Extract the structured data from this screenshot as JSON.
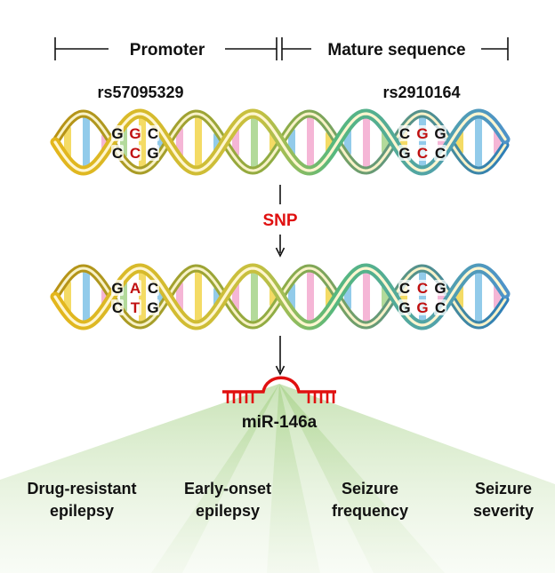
{
  "header": {
    "promoter_label": "Promoter",
    "mature_label": "Mature sequence"
  },
  "snps": {
    "left_id": "rs57095329",
    "right_id": "rs2910164"
  },
  "dna_top": {
    "left_bases": {
      "top": [
        "G",
        "G",
        "C"
      ],
      "bottom": [
        "C",
        "C",
        "G"
      ]
    },
    "right_bases": {
      "top": [
        "C",
        "G",
        "G"
      ],
      "bottom": [
        "G",
        "C",
        "C"
      ]
    }
  },
  "middle_label": "SNP",
  "dna_bottom": {
    "left_bases": {
      "top": [
        "G",
        "A",
        "C"
      ],
      "bottom": [
        "C",
        "T",
        "G"
      ]
    },
    "right_bases": {
      "top": [
        "C",
        "C",
        "G"
      ],
      "bottom": [
        "G",
        "G",
        "C"
      ]
    }
  },
  "mirna_label": "miR-146a",
  "outcomes": [
    {
      "line1": "Drug-resistant",
      "line2": "epilepsy"
    },
    {
      "line1": "Early-onset",
      "line2": "epilepsy"
    },
    {
      "line1": "Seizure",
      "line2": "frequency"
    },
    {
      "line1": "Seizure",
      "line2": "severity"
    }
  ],
  "colors": {
    "base_default": "#111111",
    "base_highlight": "#c01010",
    "snp_label": "#e01010",
    "mirna": "#e01010",
    "strand_left": "#d9b020",
    "strand_right": "#3fae82",
    "glow": "#9ccc7a"
  },
  "icons": {
    "arrow": "down-arrow-icon",
    "mirna_hairpin": "mirna-hairpin-icon"
  }
}
